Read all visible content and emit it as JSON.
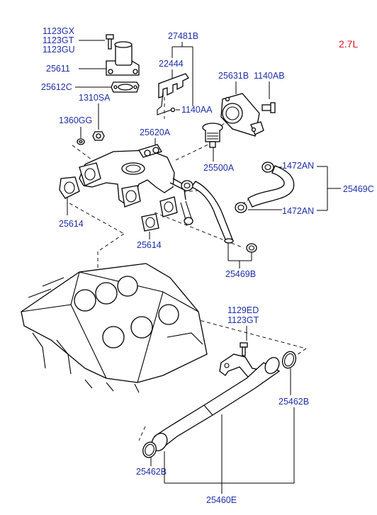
{
  "engine_variant": "2.7L",
  "labels": {
    "p1123gx": "1123GX",
    "p1123gt": "1123GT",
    "p1123gu": "1123GU",
    "p25611": "25611",
    "p25612c": "25612C",
    "p1310sa": "1310SA",
    "p1360gg": "1360GG",
    "p27481b": "27481B",
    "p22444": "22444",
    "p1140aa": "1140AA",
    "p25631b": "25631B",
    "p1140ab": "1140AB",
    "p25620a": "25620A",
    "p25500a": "25500A",
    "p1472an_top": "1472AN",
    "p1472an_bot": "1472AN",
    "p25469c": "25469C",
    "p25614_left": "25614",
    "p25614_center": "25614",
    "p25469b": "25469B",
    "p1129ed": "1129ED",
    "p1123gt_lower": "1123GT",
    "p25462b_right": "25462B",
    "p25462b_left": "25462B",
    "p25460e": "25460E"
  },
  "colors": {
    "label": "#1f2fa8",
    "variant": "#e0141e",
    "lines": "#000000"
  }
}
